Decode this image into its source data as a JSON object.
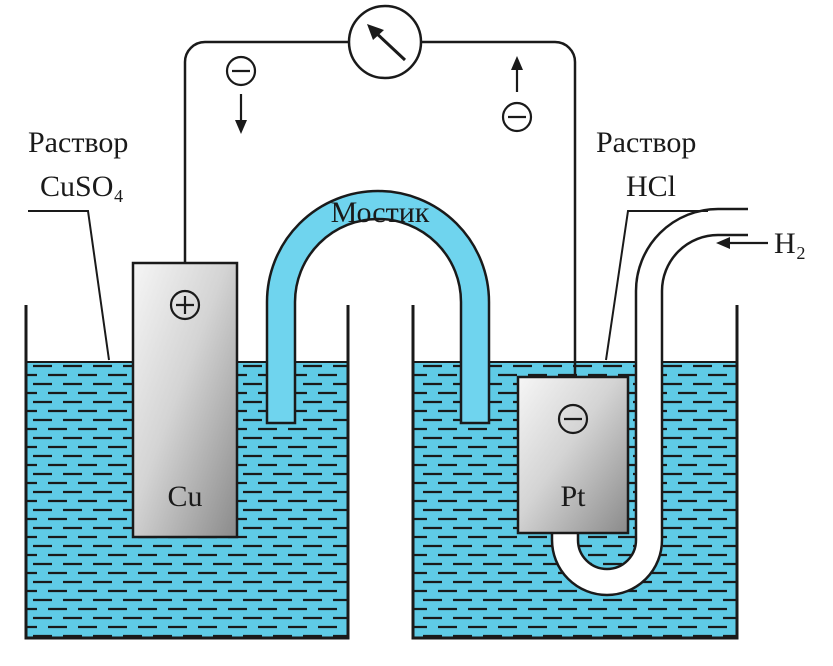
{
  "labels": {
    "left_solution_line1": "Раствор",
    "left_solution_line2": "CuSO₄",
    "right_solution_line1": "Раствор",
    "right_solution_line2": "HCl",
    "bridge": "Мостик",
    "gas": "H₂",
    "left_electrode": "Cu",
    "right_electrode": "Pt"
  },
  "signs": {
    "left_electrode": "+",
    "right_electrode": "−",
    "electron_left": "−",
    "electron_right": "−"
  },
  "icons": {
    "meter": "galvanometer-icon",
    "arrow_down": "arrow-down-icon",
    "arrow_up": "arrow-up-icon"
  },
  "colors": {
    "solution": "#5fcbe6",
    "bridge": "#6fd4ee",
    "outline": "#1a1a1a",
    "electrode_light": "#f4f4f4",
    "electrode_dark": "#8c8c8c"
  }
}
